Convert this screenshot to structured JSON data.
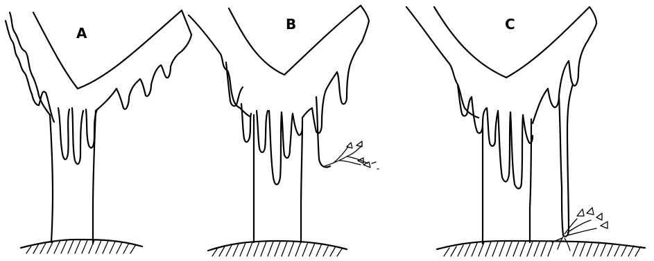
{
  "panels": [
    {
      "id": "A",
      "label": "A"
    },
    {
      "id": "B",
      "label": "B"
    },
    {
      "id": "C",
      "label": "C"
    }
  ],
  "colors": {
    "ink": "#000000",
    "background": "#ffffff"
  }
}
